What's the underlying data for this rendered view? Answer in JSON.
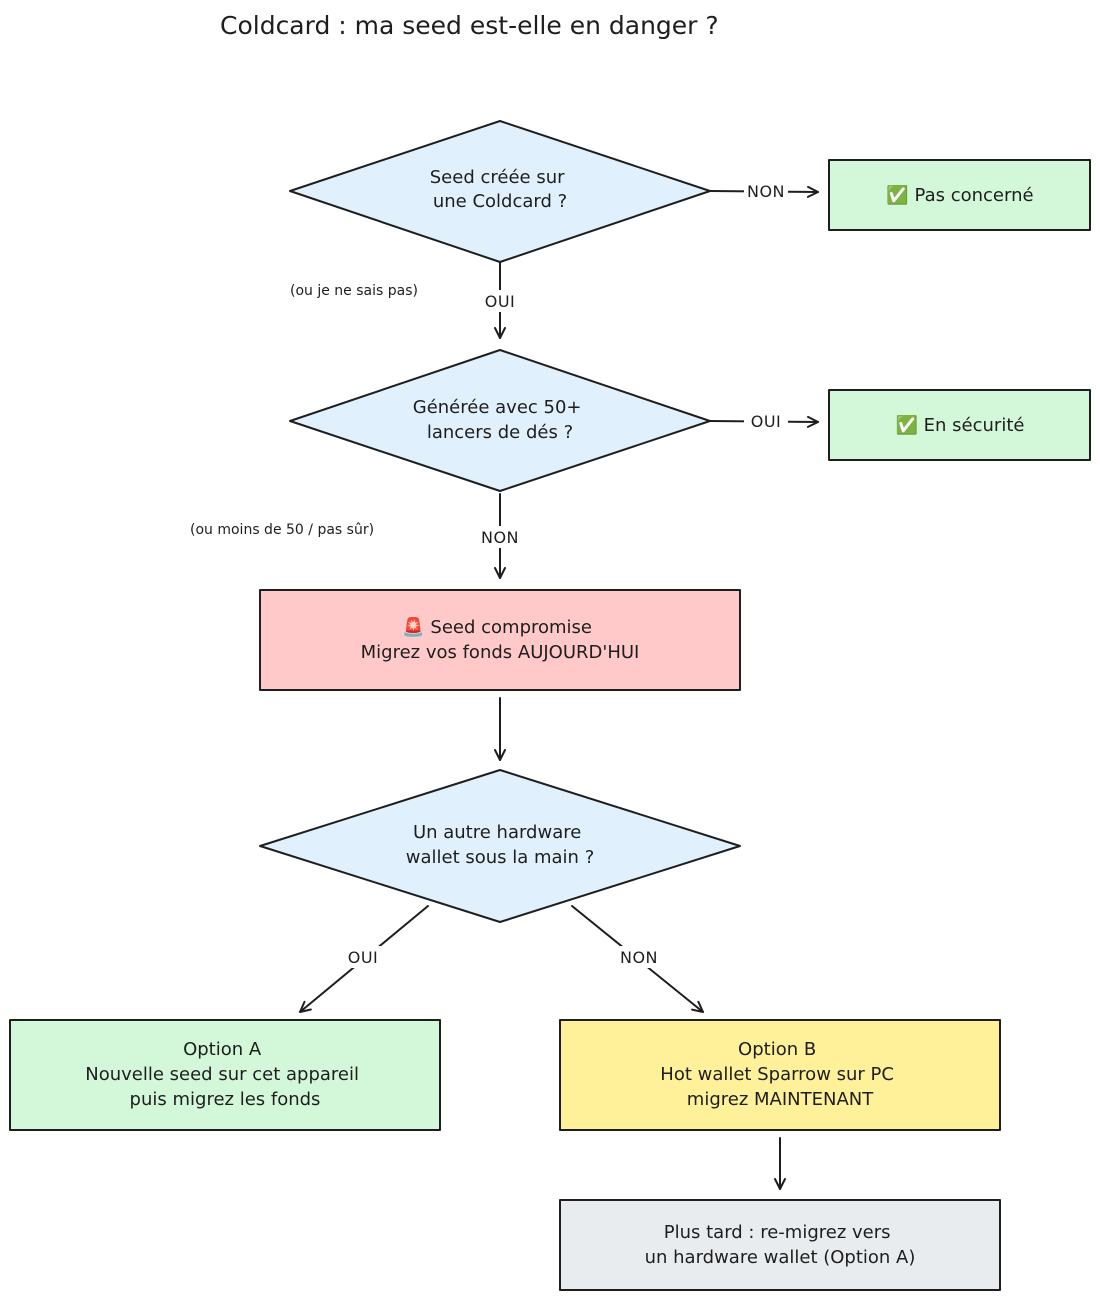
{
  "title": "Coldcard : ma seed est-elle en danger ?",
  "colors": {
    "decision_fill": "#e0f0fc",
    "safe_fill": "#d3f8d9",
    "danger_fill": "#ffc9c9",
    "warn_fill": "#fff09a",
    "neutral_fill": "#e9ecef",
    "stroke": "#1e1e1e"
  },
  "nodes": {
    "q_created": {
      "lines": [
        "Seed créée sur",
        "une Coldcard ?"
      ]
    },
    "not_concerned": {
      "lines": [
        "✅ Pas concerné"
      ]
    },
    "q_dice": {
      "lines": [
        "Générée avec 50+",
        "lancers de dés ?"
      ]
    },
    "safe": {
      "lines": [
        "✅ En sécurité"
      ]
    },
    "compromised": {
      "lines": [
        "🚨 Seed compromise",
        "Migrez vos fonds AUJOURD'HUI"
      ]
    },
    "q_hardware": {
      "lines": [
        "Un autre hardware",
        "wallet sous la main ?"
      ]
    },
    "option_a": {
      "lines": [
        "Option A",
        "Nouvelle seed sur cet appareil",
        "puis migrez les fonds"
      ]
    },
    "option_b": {
      "lines": [
        "Option B",
        "Hot wallet Sparrow sur PC",
        "migrez MAINTENANT"
      ]
    },
    "later": {
      "lines": [
        "Plus tard : re-migrez vers",
        "un hardware wallet (Option A)"
      ]
    }
  },
  "edges": {
    "created_no": "NON",
    "created_yes": "OUI",
    "dice_yes": "OUI",
    "dice_no": "NON",
    "hardware_yes": "OUI",
    "hardware_no": "NON"
  },
  "notes": {
    "unsure_created": "(ou je ne sais pas)",
    "unsure_dice": "(ou moins de 50 / pas sûr)"
  }
}
